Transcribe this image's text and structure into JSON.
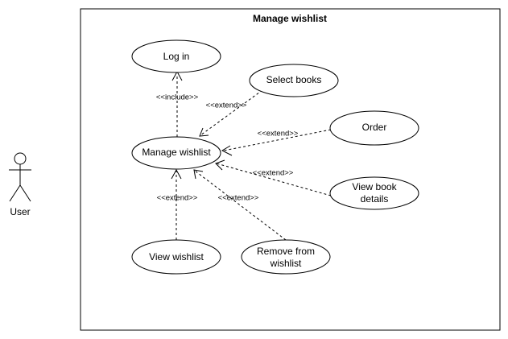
{
  "diagram": {
    "system_title": "Manage wishlist",
    "actor": {
      "label": "User"
    },
    "use_cases": {
      "log_in": "Log in",
      "select_books": "Select books",
      "order": "Order",
      "manage_wishlist": "Manage wishlist",
      "view_book_details_1": "View book",
      "view_book_details_2": "details",
      "view_wishlist": "View wishlist",
      "remove_1": "Remove from",
      "remove_2": "wishlist"
    },
    "stereotypes": {
      "include": "<<include>>",
      "extend_select": "<<extend>>",
      "extend_order": "<<extend>>",
      "extend_details": "<<extend>>",
      "extend_view": "<<extend>>",
      "extend_remove": "<<extend>>"
    }
  }
}
